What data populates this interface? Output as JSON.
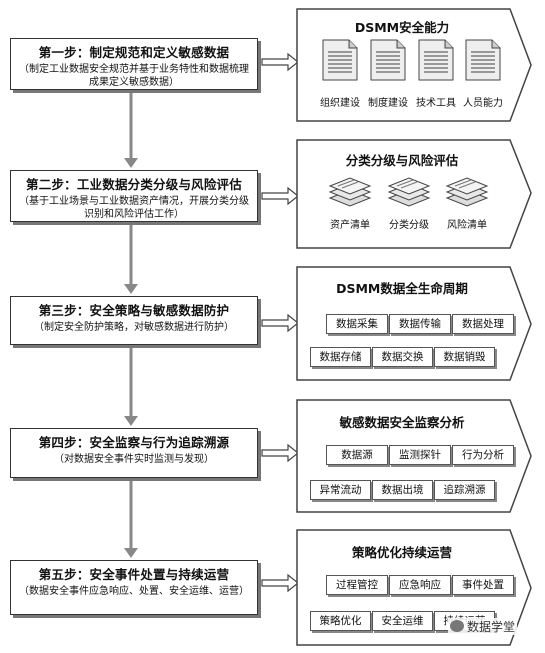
{
  "steps": [
    {
      "title": "第一步：制定规范和定义敏感数据",
      "desc": "（制定工业数据安全规范并基于业务特性和数据梳理成果定义敏感数据）"
    },
    {
      "title": "第二步：工业数据分类分级与风险评估",
      "desc": "（基于工业场景与工业数据资产情况，开展分类分级识别和风险评估工作）"
    },
    {
      "title": "第三步：安全策略与敏感数据防护",
      "desc": "（制定安全防护策略，对敏感数据进行防护）"
    },
    {
      "title": "第四步：安全监察与行为追踪溯源",
      "desc": "（对数据安全事件实时监测与发现）"
    },
    {
      "title": "第五步：安全事件处置与持续运营",
      "desc": "（数据安全事件应急响应、处置、安全运维、运营）"
    }
  ],
  "panels": {
    "p1": {
      "title": "DSMM安全能力",
      "items": [
        "组织建设",
        "制度建设",
        "技术工具",
        "人员能力"
      ]
    },
    "p2": {
      "title": "分类分级与风险评估",
      "items": [
        "资产清单",
        "分类分级",
        "风险清单"
      ]
    },
    "p3": {
      "title": "DSMM数据全生命周期",
      "row1": [
        "数据采集",
        "数据传输",
        "数据处理"
      ],
      "row2": [
        "数据存储",
        "数据交换",
        "数据销毁"
      ]
    },
    "p4": {
      "title": "敏感数据安全监察分析",
      "row1": [
        "数据源",
        "监测探针",
        "行为分析"
      ],
      "row2": [
        "异常流动",
        "数据出境",
        "追踪溯源"
      ]
    },
    "p5": {
      "title": "策略优化持续运营",
      "row1": [
        "过程管控",
        "应急响应",
        "事件处置"
      ],
      "row2": [
        "策略优化",
        "安全运维",
        "持续运营"
      ]
    }
  },
  "watermark": "数据学堂"
}
